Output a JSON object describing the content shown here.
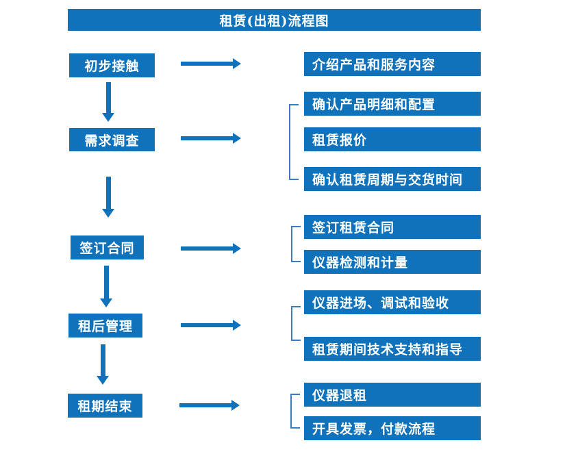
{
  "title": "租赁(出租)流程图",
  "colors": {
    "primary_blue": "#0f72ba",
    "bracket_blue": "#3b7dc0",
    "text": "#ffffff",
    "background": "#ffffff"
  },
  "steps": [
    {
      "label": "初步接触",
      "details": [
        "介绍产品和服务内容"
      ]
    },
    {
      "label": "需求调查",
      "details": [
        "确认产品明细和配置",
        "租赁报价",
        "确认租赁周期与交货时间"
      ]
    },
    {
      "label": "签订合同",
      "details": [
        "签订租赁合同",
        "仪器检测和计量"
      ]
    },
    {
      "label": "租后管理",
      "details": [
        "仪器进场、调试和验收",
        "租赁期间技术支持和指导"
      ]
    },
    {
      "label": "租期结束",
      "details": [
        "仪器退租",
        "开具发票，付款流程"
      ]
    }
  ]
}
